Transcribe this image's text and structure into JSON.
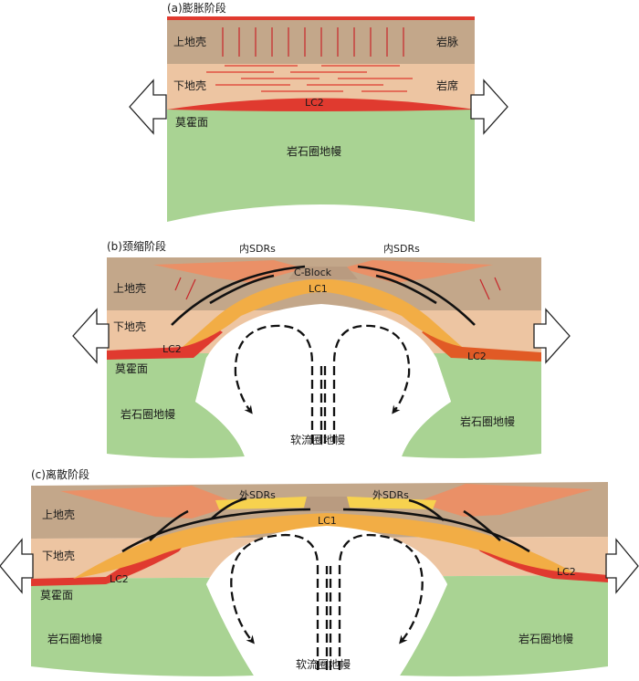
{
  "panels": [
    {
      "title": "(a)膨胀阶段",
      "upper_crust": "上地壳",
      "lower_crust": "下地壳",
      "dike": "岩脉",
      "sill": "岩席",
      "lc2": "LC2",
      "moho": "莫霍面",
      "mantle": "岩石圈地幔"
    },
    {
      "title": "(b)颈缩阶段",
      "inner_sdrs_left": "内SDRs",
      "inner_sdrs_right": "内SDRs",
      "c_block": "C-Block",
      "upper_crust": "上地壳",
      "lc1": "LC1",
      "lower_crust": "下地壳",
      "lc2_left": "LC2",
      "lc2_right": "LC2",
      "moho": "莫霍面",
      "mantle_left": "岩石圈地幔",
      "mantle_right": "岩石圈地幔",
      "asthenosphere": "软流圈地幔"
    },
    {
      "title": "(c)离散阶段",
      "outer_sdrs_left": "外SDRs",
      "outer_sdrs_right": "外SDRs",
      "upper_crust": "上地壳",
      "lc1": "LC1",
      "lower_crust": "下地壳",
      "lc2_left": "LC2",
      "lc2_right": "LC2",
      "moho": "莫霍面",
      "mantle_left": "岩石圈地幔",
      "mantle_right": "岩石圈地幔",
      "asthenosphere": "软流圈地幔"
    }
  ],
  "colors": {
    "upper_crust": "#c3a78a",
    "lower_crust": "#edc5a2",
    "lc1": "#f2ad45",
    "lc2": "#e03a2f",
    "mantle": "#a9d393",
    "sdr": "#ea9067",
    "yellow_flow": "#f7d24e",
    "fault": "#111111"
  }
}
